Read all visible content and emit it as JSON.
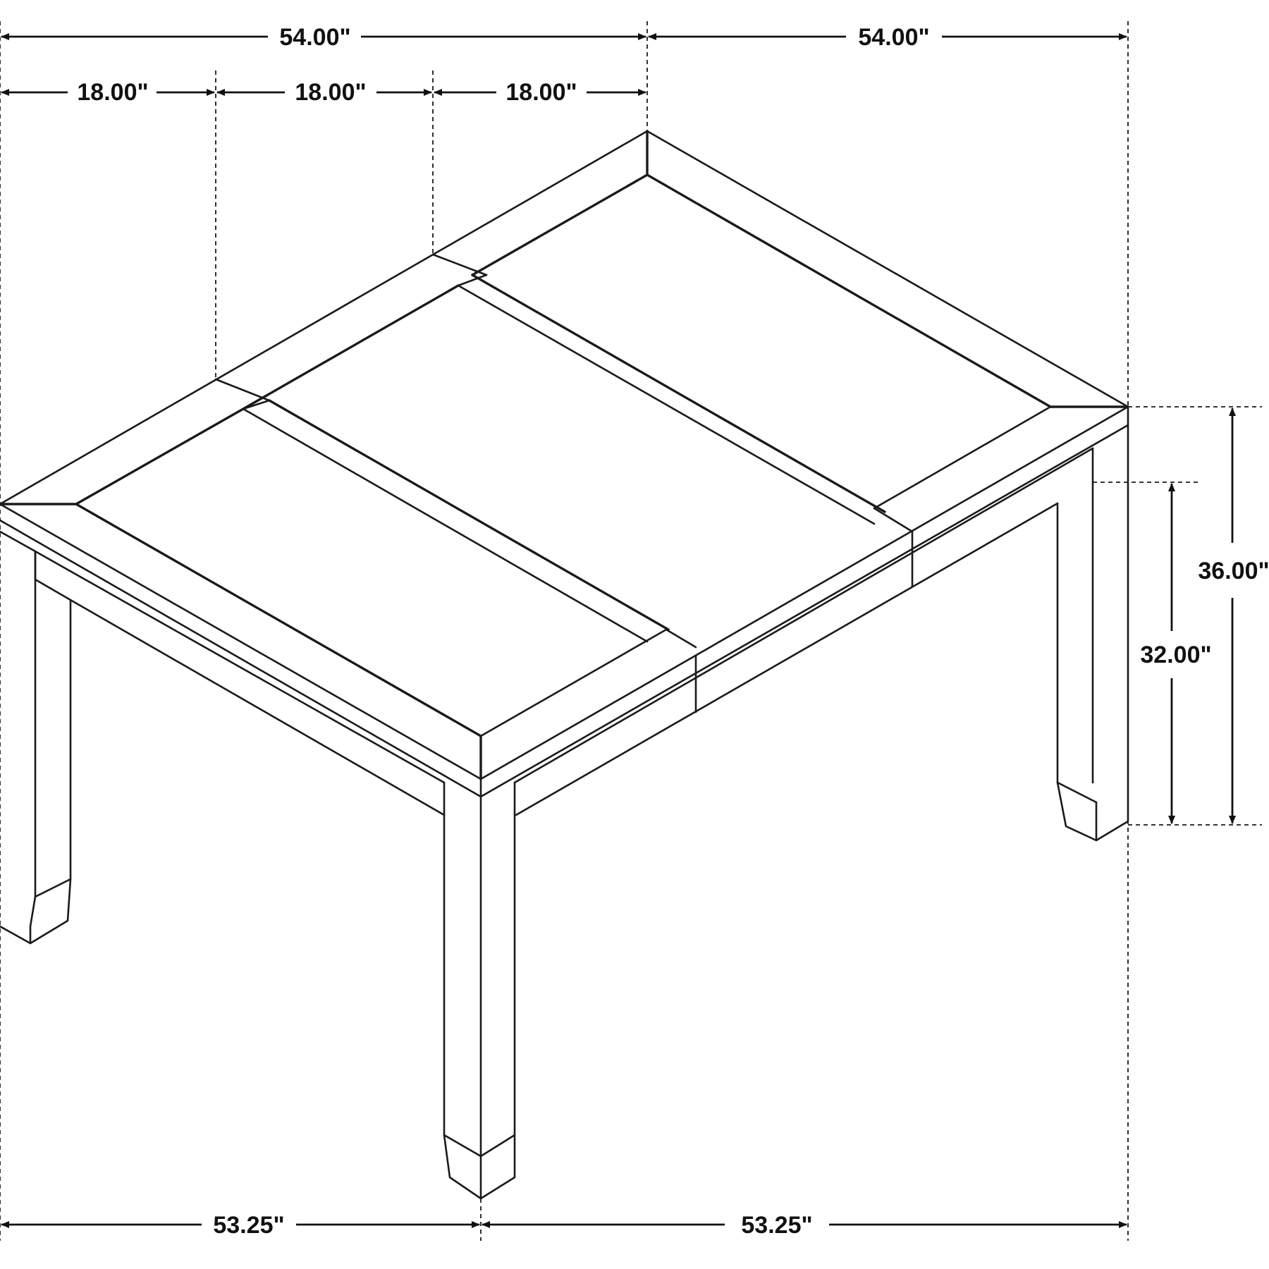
{
  "dimensions": {
    "top_width_left": "54.00\"",
    "top_width_right": "54.00\"",
    "leaf_1": "18.00\"",
    "leaf_2": "18.00\"",
    "leaf_3": "18.00\"",
    "base_left": "53.25\"",
    "base_right": "53.25\"",
    "overall_height": "36.00\"",
    "apron_height": "32.00\""
  },
  "colors": {
    "line": "#1a1a1a",
    "background": "#ffffff"
  }
}
